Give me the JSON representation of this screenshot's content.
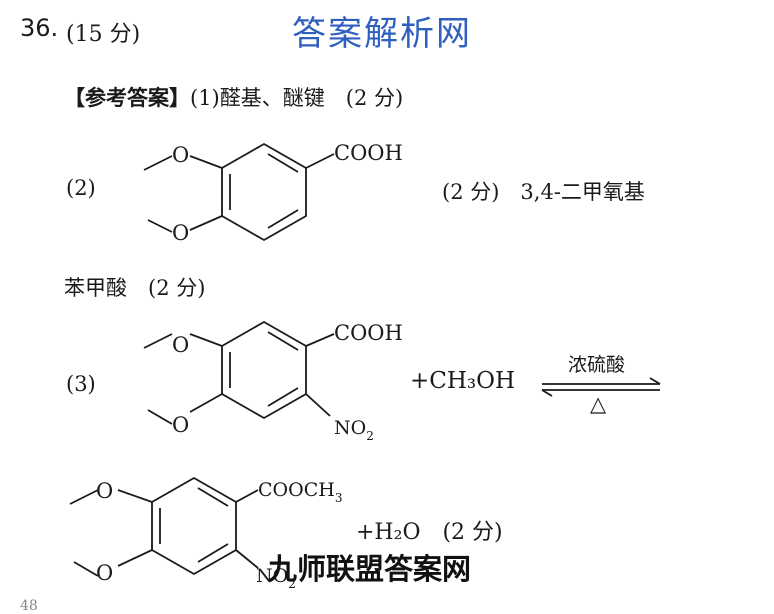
{
  "header": {
    "question_number": "36.",
    "question_score": "(15 分)",
    "watermark_top": "答案解析网"
  },
  "answer": {
    "ref_label": "【参考答案】",
    "part1": "(1)醛基、醚键　(2 分)",
    "part2_label": "(2)",
    "part2_score": "(2 分)　3,4-二甲氧基",
    "part2_name_cont": "苯甲酸　(2 分)",
    "part3_label": "(3)",
    "part3_reagent": "+CH₃OH",
    "part3_condition_top": "浓硫酸",
    "part3_condition_bottom": "△",
    "part3_byproduct": "+H₂O　(2 分)"
  },
  "structures": {
    "methoxy_o": "O",
    "cooh": "COOH",
    "no2": "NO",
    "no2_sub": "2",
    "cooch3": "COOCH",
    "cooch3_sub": "3"
  },
  "watermark_bottom": "九师联盟答案网",
  "fragment": "48"
}
